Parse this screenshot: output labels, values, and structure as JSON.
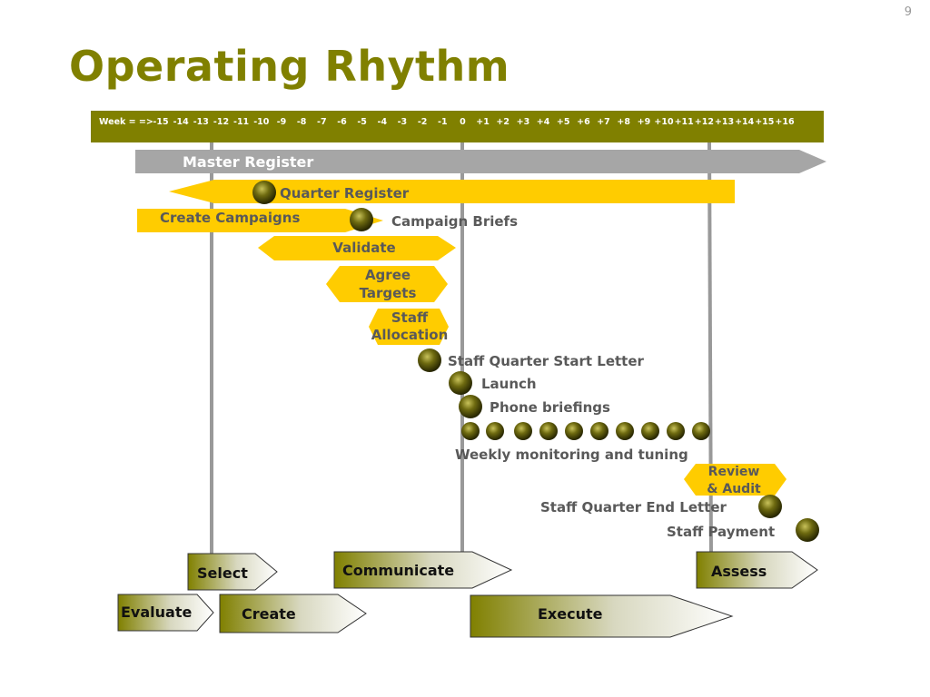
{
  "page_number": "9",
  "title": "Operating Rhythm",
  "week_bar": {
    "prefix": "Week = =>",
    "weeks": [
      "-15",
      "-14",
      "-13",
      "-12",
      "-11",
      "-10",
      "-9",
      "-8",
      "-7",
      "-6",
      "-5",
      "-4",
      "-3",
      "-2",
      "-1",
      "0",
      "+1",
      "+2",
      "+3",
      "+4",
      "+5",
      "+6",
      "+7",
      "+8",
      "+9",
      "+10",
      "+11",
      "+12",
      "+13",
      "+14",
      "+15",
      "+16"
    ]
  },
  "rows": {
    "master_register": "Master Register",
    "quarter_register": "Quarter Register",
    "create_campaigns": "Create Campaigns",
    "campaign_briefs": "Campaign Briefs",
    "validate": "Validate",
    "agree_targets": [
      "Agree",
      "Targets"
    ],
    "staff_allocation": [
      "Staff",
      "Allocation"
    ],
    "staff_quarter_start_letter": "Staff Quarter Start Letter",
    "launch": "Launch",
    "phone_briefings": "Phone briefings",
    "weekly_monitoring": "Weekly monitoring and tuning",
    "review_audit": [
      "Review",
      "& Audit"
    ],
    "staff_quarter_end_letter": "Staff Quarter End Letter",
    "staff_payment": "Staff Payment"
  },
  "phases": {
    "select": "Select",
    "communicate": "Communicate",
    "assess": "Assess",
    "evaluate": "Evaluate",
    "create": "Create",
    "execute": "Execute"
  },
  "colors": {
    "olive": "#808000",
    "yellow": "#ffcc00",
    "grey_arrow": "#a6a6a6",
    "vline": "#999999",
    "label_grey": "#595959"
  }
}
